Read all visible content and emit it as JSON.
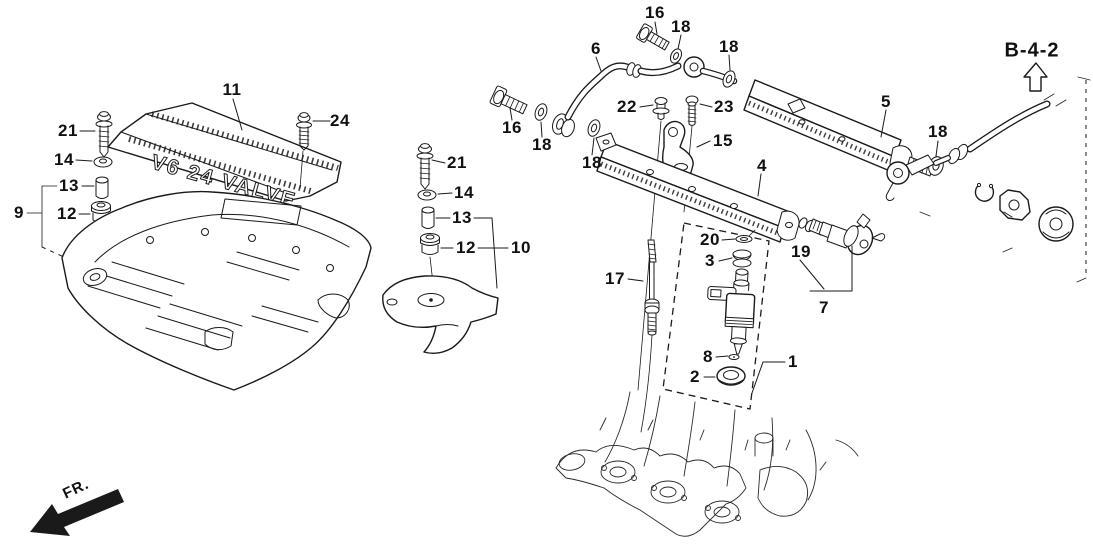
{
  "page": {
    "background": "#ffffff",
    "ink": "#1a1a1a"
  },
  "diagram": {
    "cover_text": "V6 24 VALVE",
    "reference_label": "B-4-2",
    "direction_label": "FR.",
    "callouts": [
      "11",
      "24",
      "21",
      "14",
      "13",
      "12",
      "9",
      "21",
      "14",
      "13",
      "12",
      "10",
      "6",
      "16",
      "18",
      "18",
      "16",
      "18",
      "18",
      "22",
      "23",
      "15",
      "5",
      "4",
      "18",
      "17",
      "20",
      "3",
      "19",
      "7",
      "8",
      "1",
      "2"
    ]
  }
}
